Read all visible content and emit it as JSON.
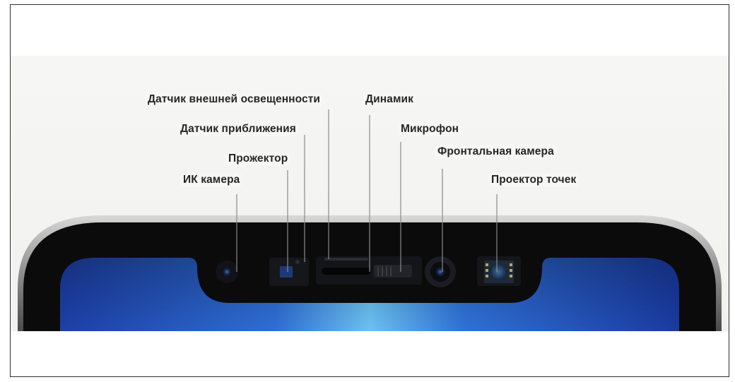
{
  "labels": {
    "ambient_light_sensor": "Датчик внешней освещенности",
    "speaker": "Динамик",
    "proximity_sensor": "Датчик приближения",
    "microphone": "Микрофон",
    "projector": "Прожектор",
    "front_camera": "Фронтальная камера",
    "ir_camera": "ИК камера",
    "dot_projector": "Проектор точек"
  }
}
